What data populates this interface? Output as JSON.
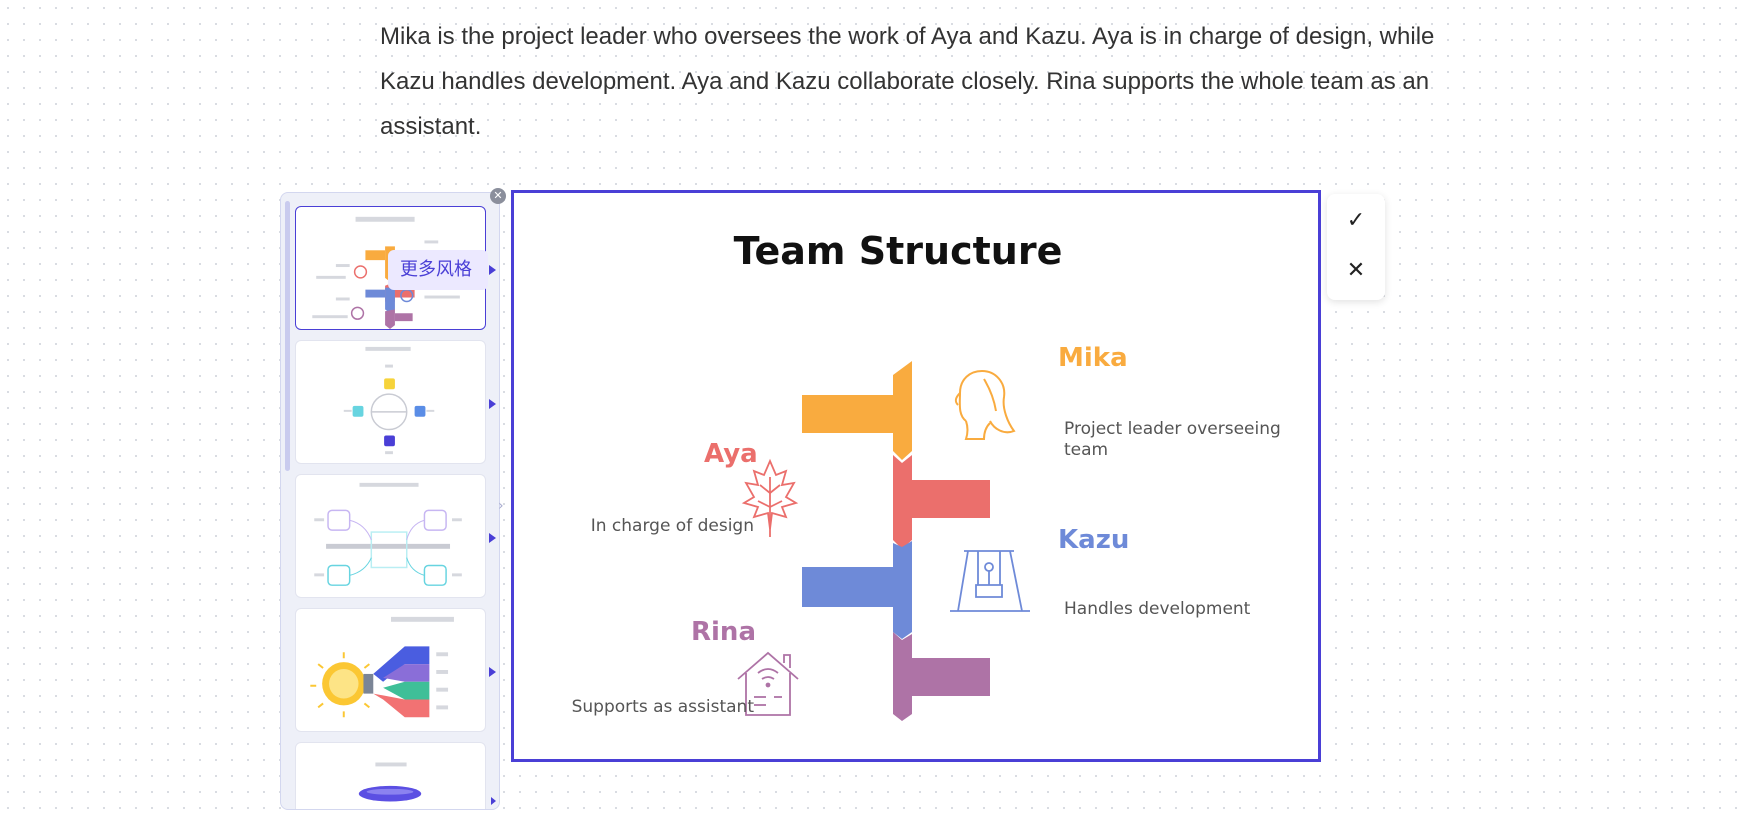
{
  "intro": {
    "text": "Mika is the project leader who oversees the work of Aya and Kazu. Aya is in charge of design, while Kazu handles development. Aya and Kazu collaborate closely. Rina supports the whole team as an assistant."
  },
  "style_panel": {
    "tooltip": "更多风格",
    "close_icon": "close-icon",
    "thumbnails": [
      {
        "name": "style-hierarchy-arrows",
        "selected": true
      },
      {
        "name": "style-circle-hub",
        "selected": false
      },
      {
        "name": "style-four-corner",
        "selected": false
      },
      {
        "name": "style-lightbulb",
        "selected": false
      },
      {
        "name": "style-oval",
        "selected": false
      }
    ]
  },
  "slide": {
    "title": "Team Structure",
    "people": [
      {
        "name": "Mika",
        "desc": "Project leader overseeing team",
        "color": "#f9ab3f",
        "icon": "woman-head-icon"
      },
      {
        "name": "Aya",
        "desc": "In charge of design",
        "color": "#eb6f6c",
        "icon": "maple-leaf-icon"
      },
      {
        "name": "Kazu",
        "desc": "Handles development",
        "color": "#6e8ad8",
        "icon": "swing-icon"
      },
      {
        "name": "Rina",
        "desc": "Supports as assistant",
        "color": "#ae73a6",
        "icon": "smart-home-icon"
      }
    ]
  },
  "confirm": {
    "accept_icon": "check-icon",
    "reject_icon": "close-icon",
    "accept_glyph": "✓",
    "reject_glyph": "✕"
  }
}
